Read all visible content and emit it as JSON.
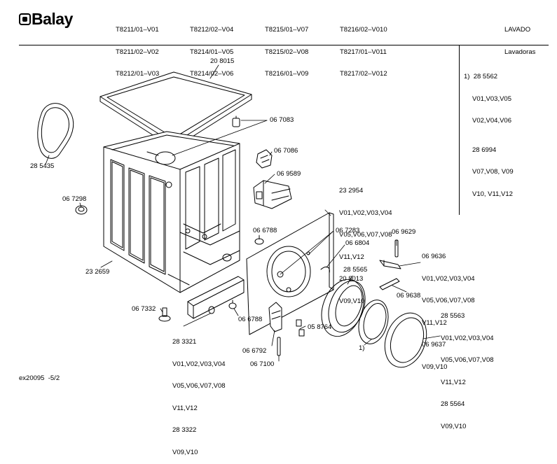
{
  "header": {
    "brand": "Balay",
    "models": [
      [
        "T8211/01–V01",
        "T8211/02–V02",
        "T8212/01–V03"
      ],
      [
        "T8212/02–V04",
        "T8214/01–V05",
        "T8214/02–V06"
      ],
      [
        "T8215/01–V07",
        "T8215/02–V08",
        "T8216/01–V09"
      ],
      [
        "T8216/02–V010",
        "T8217/01–V011",
        "T8217/02–V012"
      ]
    ],
    "category": "LAVADO",
    "subcategory": "Lavadoras"
  },
  "note": {
    "lines": [
      "1)  28 5562",
      "V01,V03,V05",
      "V02,V04,V06",
      "28 6994",
      "V07,V08, V09",
      "V10, V11,V12"
    ]
  },
  "parts": {
    "p208015": "20 8015",
    "p067083": "06 7083",
    "p067086": "06 7086",
    "p069589": "06 9589",
    "p285435": "28 5435",
    "p067298": "06 7298",
    "p232954": [
      "23 2954",
      "V01,V02,V03,V04",
      "V05,V06,V07,V08",
      "V11,V12",
      "20 8013",
      "V09,V10"
    ],
    "p066788a": "06 6788",
    "p067283": "06 7283",
    "p069629": "06 9629",
    "p069636": [
      "06 9636",
      "V01,V02,V03,V04",
      "V05,V06,V07,V08",
      "V11,V12",
      "06 9637",
      "V09,V10"
    ],
    "p066804": "06 6804",
    "p285565": "28 5565",
    "p232659": "23 2659",
    "p069638": "06 9638",
    "p285563": [
      "28 5563",
      "V01,V02,V03,V04",
      "V05,V06,V07,V08",
      "V11,V12",
      "28 5564",
      "V09,V10"
    ],
    "p067332": "06 7332",
    "p066788b": "06 6788",
    "p283321": [
      "28 3321",
      "V01,V02,V03,V04",
      "V05,V06,V07,V08",
      "V11,V12",
      "28 3322",
      "V09,V10"
    ],
    "p058764": "05 8764",
    "p066792": "06 6792",
    "p067100": "06 7100",
    "footnote_mark": "1)"
  },
  "footer": {
    "code": "ex20095  -5/2"
  }
}
